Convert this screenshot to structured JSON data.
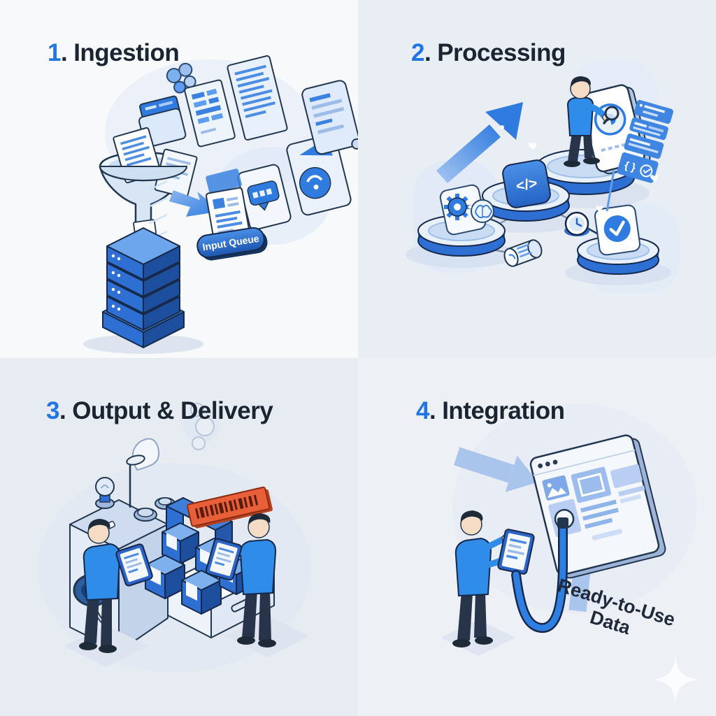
{
  "sections": [
    {
      "id": "ingestion",
      "number": "1",
      "label": "Ingestion"
    },
    {
      "id": "processing",
      "number": "2",
      "label": "Processing"
    },
    {
      "id": "output-delivery",
      "number": "3",
      "label": "Output & Delivery"
    },
    {
      "id": "integration",
      "number": "4",
      "label": "Integration"
    }
  ],
  "title_separator": ".",
  "ingestion": {
    "queue_label": "Input Queue",
    "icons": [
      "funnel-icon",
      "document-icons",
      "folder-icon",
      "gear-icon",
      "server-stack-icon",
      "flow-arrow-icon",
      "queued-document-icon"
    ]
  },
  "processing": {
    "code_glyph": "</>",
    "braces_glyph": "{ }",
    "icons": [
      "growth-arrow-icon",
      "gear-badge-icon",
      "brain-icon",
      "code-badge-icon",
      "clock-icon",
      "check-shield-icon",
      "magnifier-icon",
      "code-panel-icon",
      "worker-figure",
      "heart-sparkles"
    ]
  },
  "output_delivery": {
    "icons": [
      "machine-icon",
      "steam-icon",
      "bulb-icon",
      "spoon-gauge-icon",
      "porthole-icon",
      "barcode-banner-icon",
      "package-boxes-icon",
      "drawer-icon",
      "worker-figures",
      "tablet-icon"
    ]
  },
  "integration": {
    "ready_label": "Ready-to-Use Data",
    "icons": [
      "browser-window-icon",
      "photo-tile-icon",
      "port-icon",
      "cable-plug-icon",
      "up-arrow-icon",
      "inflow-arrow-icon",
      "worker-figure",
      "tablet-icon",
      "sparkle-icon"
    ]
  },
  "colors": {
    "accent_blue": "#2176e6",
    "title_text": "#1b2531",
    "illustration_blue": "#2f7bdf",
    "deep_blue": "#1d4f9e",
    "light_blue": "#cfe0f5",
    "outline_navy": "#22374f",
    "banner_orange": "#e85f3a",
    "shirt_blue": "#2f8ce8",
    "quadrant_backgrounds": [
      "#f7f9fb",
      "#e9edf4",
      "#e7ebf2",
      "#edf0f5"
    ]
  }
}
